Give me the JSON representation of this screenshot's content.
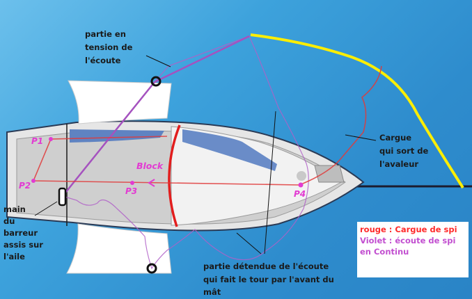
{
  "labels": {
    "tension": [
      "partie en",
      "tension de",
      "l'écoute"
    ],
    "cargue": [
      "Cargue",
      "qui sort de",
      "l'avaleur"
    ],
    "main": [
      "main",
      "du",
      "barreur",
      "assis sur",
      "l'aile"
    ],
    "detendue": [
      "partie détendue de l'écoute",
      "qui fait le tour par l'avant du",
      "mât"
    ],
    "block": "Block",
    "p1": "P1",
    "p2": "P2",
    "p3": "P3",
    "p4": "P4"
  },
  "legend": {
    "red": "rouge : Cargue de spi",
    "violet_line1": "Violet : écoute de spi",
    "violet_line2": "en Continu"
  },
  "colors": {
    "background": "#3a9ad6",
    "hull": "#e0e0e0",
    "cargue": "#e03a3a",
    "ecoute": "#b060c8",
    "spi_leech": "#ffee00",
    "points": "#e23bd2"
  }
}
